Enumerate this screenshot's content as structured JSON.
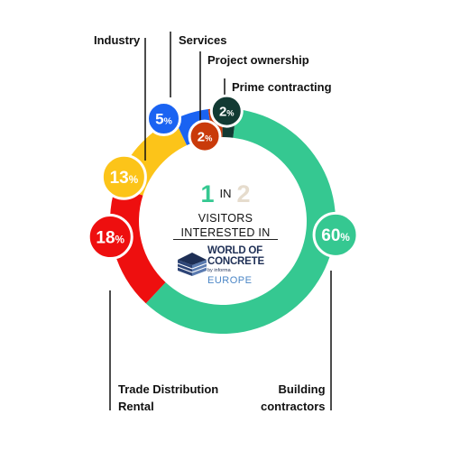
{
  "chart_data": {
    "type": "pie",
    "variant": "donut",
    "slices": [
      {
        "label": "Building contractors",
        "value": 60,
        "display": "60",
        "unit": "%",
        "color": "#35c891"
      },
      {
        "label": "Trade Distribution Rental",
        "value": 18,
        "display": "18",
        "unit": "%",
        "color": "#ee0f0f"
      },
      {
        "label": "Industry",
        "value": 13,
        "display": "13",
        "unit": "%",
        "color": "#fcc419"
      },
      {
        "label": "Services",
        "value": 5,
        "display": "5",
        "unit": "%",
        "color": "#1a63f2"
      },
      {
        "label": "Project ownership",
        "value": 2,
        "display": "2",
        "unit": "%",
        "color": "#c93a0a"
      },
      {
        "label": "Prime contracting",
        "value": 2,
        "display": "2",
        "unit": "%",
        "color": "#123a33"
      }
    ]
  },
  "labels": {
    "industry": "Industry",
    "services": "Services",
    "project": "Project ownership",
    "prime": "Prime contracting",
    "trade_line1": "Trade Distribution",
    "trade_line2": "Rental",
    "building_line1": "Building",
    "building_line2": "contractors"
  },
  "center": {
    "num1": "1",
    "in_word": "IN",
    "num2": "2",
    "line1": "VISITORS",
    "line2": "INTERESTED IN"
  },
  "logo": {
    "line1": "WORLD OF",
    "line2": "CONCRETE",
    "by": "by informa",
    "region": "EUROPE"
  }
}
